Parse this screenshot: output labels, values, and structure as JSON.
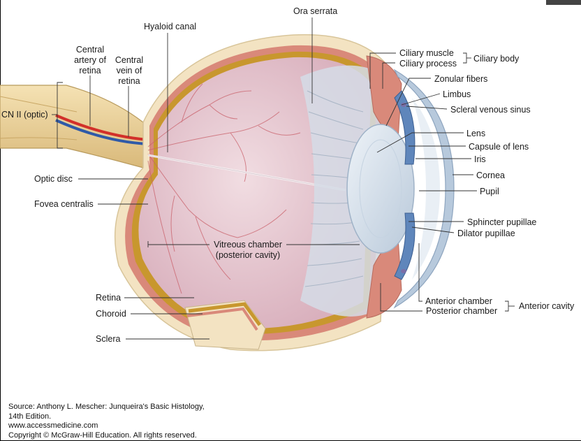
{
  "labels": {
    "ora_serrata": "Ora serrata",
    "hyaloid_canal": "Hyaloid canal",
    "central_artery_l1": "Central",
    "central_artery_l2": "artery of",
    "central_artery_l3": "retina",
    "central_vein_l1": "Central",
    "central_vein_l2": "vein of",
    "central_vein_l3": "retina",
    "cn_ii": "CN II (optic)",
    "optic_disc": "Optic disc",
    "fovea_centralis": "Fovea centralis",
    "vitreous_l1": "Vitreous chamber",
    "vitreous_l2": "(posterior cavity)",
    "retina": "Retina",
    "choroid": "Choroid",
    "sclera": "Sclera",
    "ciliary_muscle": "Ciliary muscle",
    "ciliary_process": "Ciliary process",
    "ciliary_body": "Ciliary body",
    "zonular_fibers": "Zonular fibers",
    "limbus": "Limbus",
    "scleral_venous_sinus": "Scleral venous sinus",
    "lens": "Lens",
    "capsule_of_lens": "Capsule of lens",
    "iris": "Iris",
    "cornea": "Cornea",
    "pupil": "Pupil",
    "sphincter_pupillae": "Sphincter pupillae",
    "dilator_pupillae": "Dilator pupillae",
    "anterior_chamber": "Anterior chamber",
    "posterior_chamber": "Posterior chamber",
    "anterior_cavity": "Anterior cavity"
  },
  "source": {
    "line1": "Source: Anthony L. Mescher: Junqueira's Basic Histology,",
    "line2": "14th Edition.",
    "line3": "www.accessmedicine.com",
    "line4": "Copyright © McGraw-Hill Education. All rights reserved."
  },
  "colors": {
    "sclera": "#f3e3c2",
    "choroid": "#d9897a",
    "retina": "#c8972e",
    "vitreous": "#e7cbd3",
    "lens": "#d6e2ee",
    "cornea": "#b7c9dc",
    "iris": "#5f86bb",
    "artery": "#d2302a",
    "vein": "#2f5aa8"
  }
}
